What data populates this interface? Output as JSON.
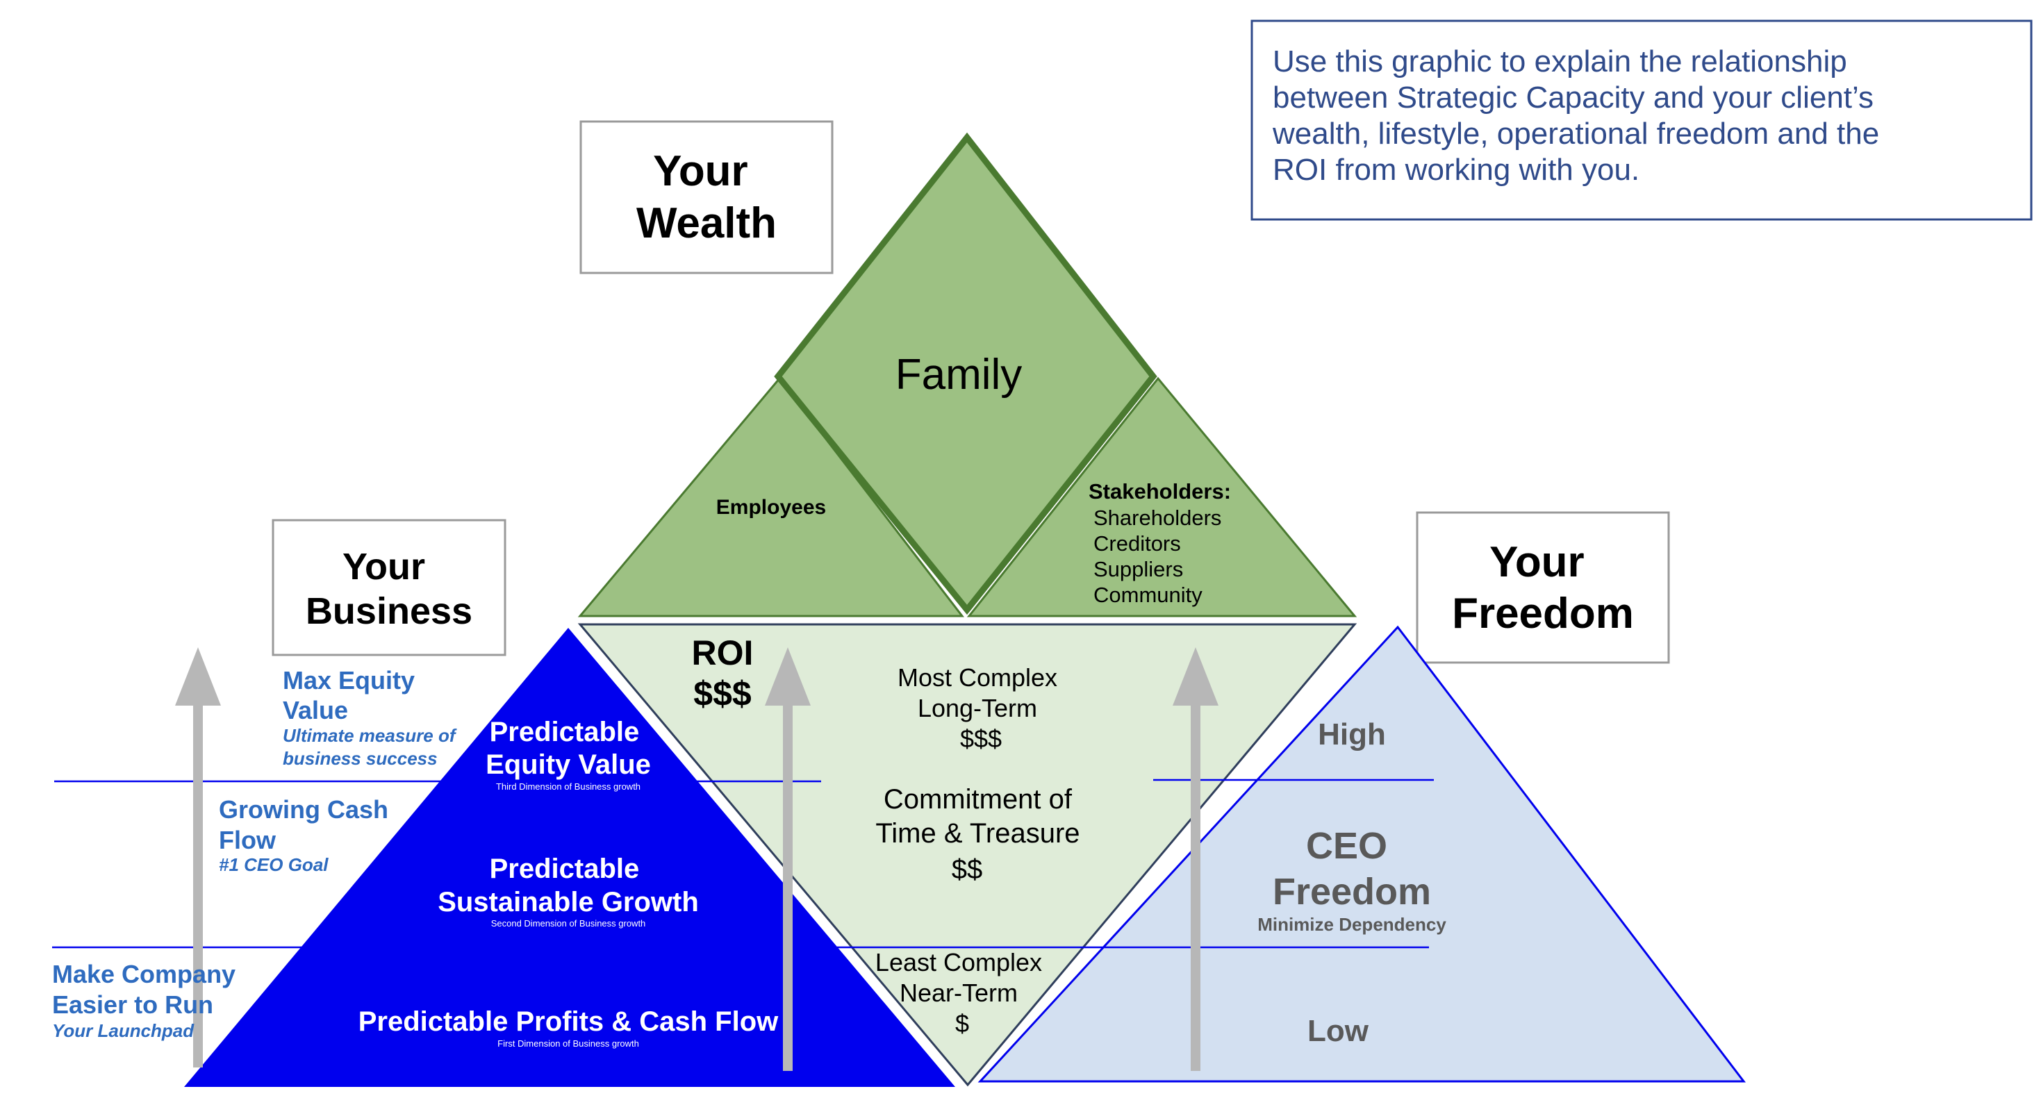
{
  "note": {
    "lines": [
      "Use this graphic to explain the relationship",
      "between Strategic Capacity and your client’s",
      "wealth, lifestyle, operational freedom and the",
      "ROI from working with you."
    ]
  },
  "wealth_box": {
    "lines": [
      "Your",
      "Wealth"
    ]
  },
  "business_box": {
    "lines": [
      "Your",
      "Business"
    ]
  },
  "freedom_box": {
    "lines": [
      "Your",
      "Freedom"
    ]
  },
  "family_label": "Family",
  "employees_label": "Employees",
  "stakeholders": {
    "title": "Stakeholders:",
    "items": [
      "Shareholders",
      "Creditors",
      "Suppliers",
      "Community"
    ]
  },
  "roi": {
    "title": "ROI",
    "amount": "$$$"
  },
  "center": {
    "top": [
      "Most Complex",
      "Long-Term",
      "$$$"
    ],
    "middle": [
      "Commitment of",
      "Time & Treasure",
      "$$"
    ],
    "bottom": [
      "Least Complex",
      "Near-Term",
      "$"
    ]
  },
  "business_levels": [
    {
      "title": [
        "Predictable",
        "Equity Value"
      ],
      "subtitle": "Third Dimension of Business growth"
    },
    {
      "title": [
        "Predictable",
        "Sustainable Growth"
      ],
      "subtitle": "Second Dimension of Business growth"
    },
    {
      "title": [
        "Predictable Profits & Cash Flow"
      ],
      "subtitle": "First Dimension of Business growth"
    }
  ],
  "left_labels": [
    {
      "title": [
        "Max Equity",
        "Value"
      ],
      "note": [
        "Ultimate measure of",
        "business success"
      ]
    },
    {
      "title": [
        "Growing Cash",
        "Flow"
      ],
      "note": [
        "#1 CEO Goal"
      ]
    },
    {
      "title": [
        "Make Company",
        "Easier to Run"
      ],
      "note": [
        "Your Launchpad"
      ]
    }
  ],
  "freedom": {
    "high": "High",
    "title": [
      "CEO",
      "Freedom"
    ],
    "subtitle": "Minimize Dependency",
    "low": "Low"
  },
  "colors": {
    "green_fill": "#9dc183",
    "green_dark": "#4a7a30",
    "pale_green": "#dfecd8",
    "blue": "#0000ee",
    "light_blue": "#d3e0f1",
    "label_blue": "#2e6bbf",
    "note_border": "#2f4a8a",
    "gray_text": "#595959",
    "arrow_gray": "#b7b7b7"
  }
}
